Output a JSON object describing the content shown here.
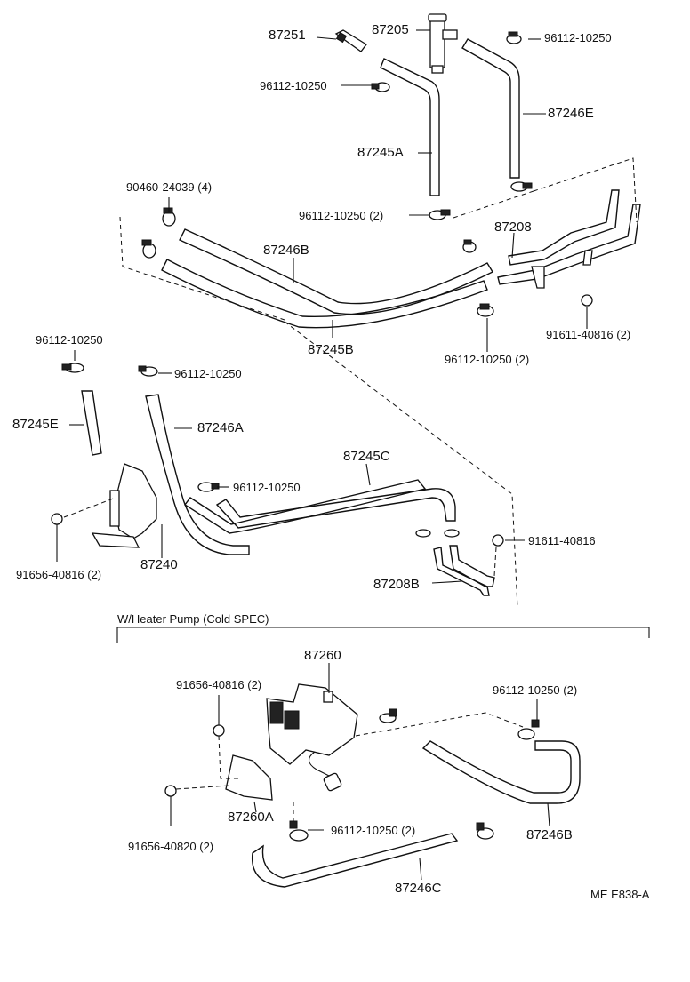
{
  "labels": {
    "p87251": "87251",
    "p87205": "87205",
    "c96112_top_right": "96112-10250",
    "c96112_top_left": "96112-10250",
    "p87246E": "87246E",
    "p87245A": "87245A",
    "p90460": "90460-24039 (4)",
    "c96112_mid_2": "96112-10250 (2)",
    "p87208": "87208",
    "p87246B_top": "87246B",
    "p87245B": "87245B",
    "b91611_2": "91611-40816 (2)",
    "c96112_right_2": "96112-10250 (2)",
    "c96112_left_a": "96112-10250",
    "c96112_left_b": "96112-10250",
    "p87245E": "87245E",
    "p87246A": "87246A",
    "p87245C": "87245C",
    "c96112_center": "96112-10250",
    "b91611": "91611-40816",
    "p87240": "87240",
    "b91656_2": "91656-40816 (2)",
    "p87208B": "87208B",
    "section_title": "W/Heater Pump (Cold SPEC)",
    "p87260": "87260",
    "b91656_pump": "91656-40816 (2)",
    "c96112_pump_right": "96112-10250 (2)",
    "p87260A": "87260A",
    "c96112_pump_bottom": "96112-10250 (2)",
    "b91656_40820": "91656-40820 (2)",
    "p87246B_bottom": "87246B",
    "p87246C": "87246C",
    "ref_code": "ME E838-A"
  }
}
